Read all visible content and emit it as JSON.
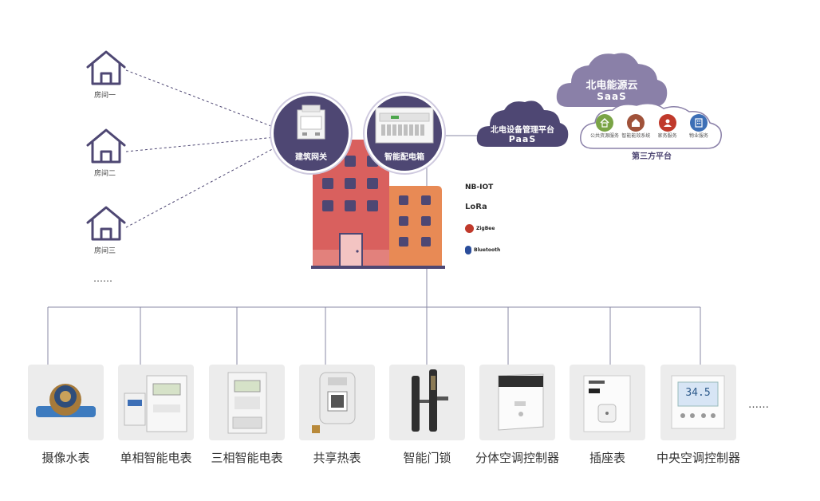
{
  "rooms": [
    {
      "label": "房间一"
    },
    {
      "label": "房间二"
    },
    {
      "label": "房间三"
    }
  ],
  "rooms_more": "……",
  "gateway_label": "建筑网关",
  "distribution_box_label": "智能配电箱",
  "paas": {
    "title": "北电设备管理平台",
    "subtitle": "PaaS"
  },
  "saas": {
    "title": "北电能源云",
    "subtitle": "SaaS"
  },
  "third_party": {
    "title": "第三方平台",
    "services": [
      {
        "label": "公共资源服务",
        "color": "#7aa446",
        "icon": "building-service-icon"
      },
      {
        "label": "智能能效系统",
        "color": "#a0523a",
        "icon": "home-energy-icon"
      },
      {
        "label": "家务服务",
        "color": "#c0392b",
        "icon": "person-service-icon"
      },
      {
        "label": "物业服务",
        "color": "#3d6fb6",
        "icon": "property-icon"
      }
    ]
  },
  "protocols": [
    "NB-IOT",
    "LoRa",
    "ZigBee",
    "Bluetooth"
  ],
  "devices": [
    {
      "label": "摄像水表",
      "icon": "water-meter-icon"
    },
    {
      "label": "单相智能电表",
      "icon": "single-phase-meter-icon"
    },
    {
      "label": "三相智能电表",
      "icon": "three-phase-meter-icon"
    },
    {
      "label": "共享热表",
      "icon": "heat-meter-icon"
    },
    {
      "label": "智能门锁",
      "icon": "smart-lock-icon"
    },
    {
      "label": "分体空调控制器",
      "icon": "ac-controller-icon"
    },
    {
      "label": "插座表",
      "icon": "socket-meter-icon"
    },
    {
      "label": "中央空调控制器",
      "icon": "central-ac-controller-icon"
    }
  ],
  "devices_more": "……",
  "thermostat_reading": "34.5",
  "colors": {
    "purple_dark": "#4e4773",
    "purple_cloud": "#8a80a8",
    "building_red": "#d9605e",
    "building_orange": "#e88a55",
    "line_gray": "#8a8aa6"
  }
}
